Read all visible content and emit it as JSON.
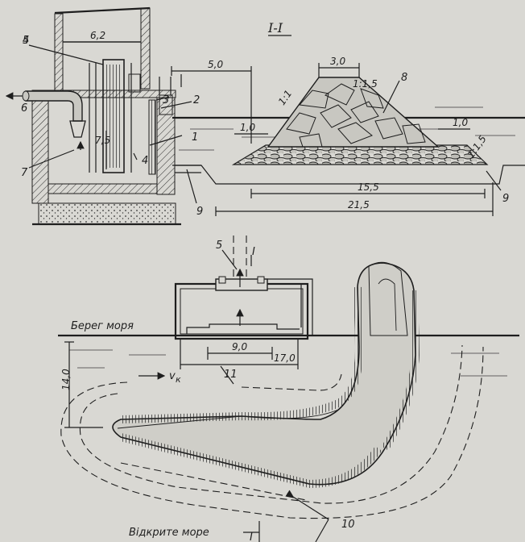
{
  "section_title": "І-І",
  "top": {
    "dims": {
      "building_width": "6,2",
      "depth": "7,5",
      "offset": "5,0",
      "crest": "3,0",
      "slope_left": "1:1",
      "slope_top": "1:1,5",
      "berm_left": "1,0",
      "berm_right": "1,0",
      "slope_right": "1:1,5",
      "base_width": "15,5",
      "total_length": "21,5"
    },
    "callouts": [
      "1",
      "2",
      "3",
      "4",
      "4",
      "5",
      "6",
      "7",
      "8",
      "9"
    ]
  },
  "bottom": {
    "labels": {
      "shore": "Берег моря",
      "sea": "Відкрите море",
      "velocity": "v",
      "velocity_sub": "к",
      "section_mark": "І"
    },
    "dims": {
      "inner": "9,0",
      "outer": "17,0",
      "depth": "14,0"
    },
    "callouts": [
      "5",
      "10",
      "11"
    ]
  },
  "colors": {
    "paper": "#d9d8d3",
    "ink": "#1e1e1e"
  }
}
